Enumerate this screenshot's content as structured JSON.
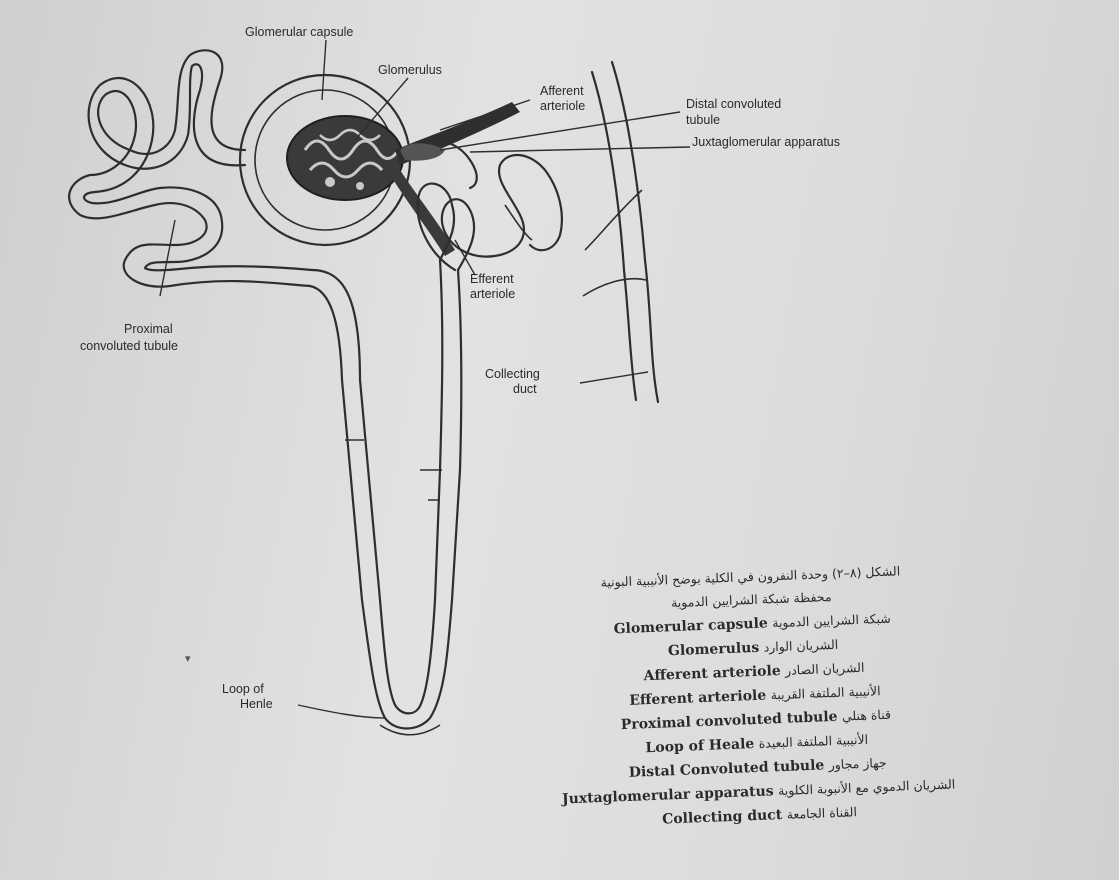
{
  "diagram": {
    "labels": {
      "glomerular_capsule": "Glomerular capsule",
      "glomerulus": "Glomerulus",
      "afferent_1": "Afferent",
      "afferent_2": "arteriole",
      "distal_1": "Distal convoluted",
      "distal_2": "tubule",
      "juxta": "Juxtaglomerular apparatus",
      "efferent_1": "Efferent",
      "efferent_2": "arteriole",
      "proximal_1": "Proximal",
      "proximal_2": "convoluted tubule",
      "collecting_1": "Collecting",
      "collecting_2": "duct",
      "loop_1": "Loop of",
      "loop_2": "Henle"
    }
  },
  "caption": {
    "title": "الشكل (٨–٢) وحدة النفرون في الكلية بوضح الأنيبية البونية",
    "lines": [
      {
        "en": "",
        "ar": "محفظة شبكة الشرايين الدموية"
      },
      {
        "en": "Glomerular capsule",
        "ar": "شبكة الشرايين الدموية"
      },
      {
        "en": "Glomerulus",
        "ar": "الشريان الوارد"
      },
      {
        "en": "Afferent arteriole",
        "ar": "الشريان الصادر"
      },
      {
        "en": "Efferent arteriole",
        "ar": "الأنيبية الملتفة القريبة"
      },
      {
        "en": "Proximal convoluted tubule",
        "ar": "قناة هنلي"
      },
      {
        "en": "Loop of Heale",
        "ar": "الأنيبية الملتفة البعيدة"
      },
      {
        "en": "Distal Convoluted tubule",
        "ar": "جهاز مجاور"
      },
      {
        "en": "Juxtaglomerular apparatus",
        "ar": "الشريان الدموي مع الأنبوبة الكلوية"
      },
      {
        "en": "Collecting duct",
        "ar": "القناة الجامعة"
      }
    ]
  }
}
